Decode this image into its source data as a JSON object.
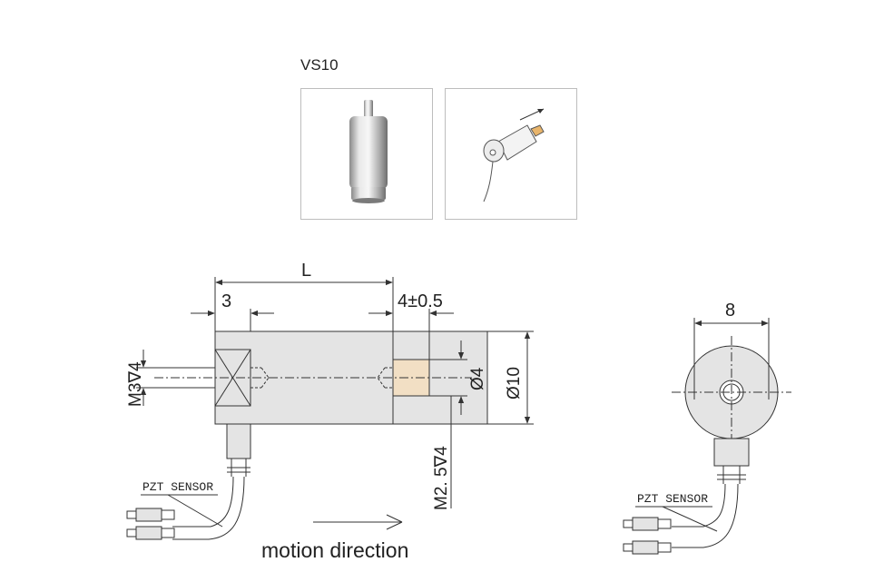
{
  "product": {
    "model": "VS10"
  },
  "side_view": {
    "dim_length": "L",
    "dim_3": "3",
    "dim_tip": "4±0.5",
    "dim_bore": "Ø4",
    "dim_body": "Ø10",
    "thread_left": "M3∇4",
    "thread_tip": "M2. 5∇4",
    "cable_label": "PZT SENSOR",
    "motion_label": "motion direction"
  },
  "end_view": {
    "dim_width": "8",
    "cable_label": "PZT SENSOR"
  },
  "colors": {
    "body_fill": "#e4e4e4",
    "tip_fill": "#f2dfc4",
    "line": "#333333"
  }
}
